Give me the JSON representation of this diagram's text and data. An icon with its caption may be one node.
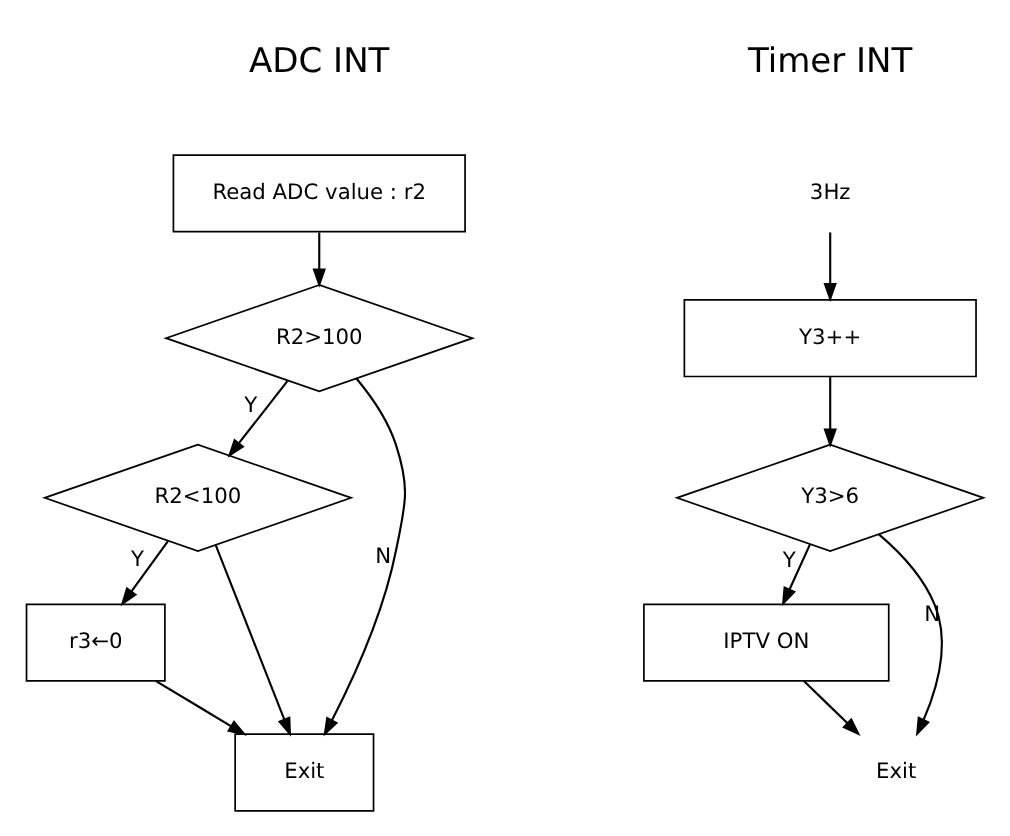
{
  "diagram": {
    "nodes": [
      {
        "text": [
          "Read ADC value : r2"
        ]
      },
      {
        "text": [
          "R2>100"
        ]
      },
      {
        "text": [
          "R2<100"
        ]
      },
      {
        "text": [
          "r3←0"
        ]
      },
      {
        "text": [
          "Exit"
        ]
      },
      {
        "text": [
          "3Hz"
        ]
      },
      {
        "text": [
          "Y3++"
        ]
      },
      {
        "text": [
          "Y3>6"
        ]
      },
      {
        "text": [
          "IPTV ON"
        ]
      },
      {
        "text": [
          "Exit"
        ]
      }
    ],
    "edges": [
      {
        "from": 0,
        "to": 1,
        "arrow": "to"
      },
      {
        "from": 1,
        "to": 2,
        "arrow": "to",
        "label": "Y"
      },
      {
        "from": 1,
        "to": 4,
        "arrow": "to",
        "label": "N"
      },
      {
        "from": 2,
        "to": 4,
        "arrow": "to"
      },
      {
        "from": 2,
        "to": 3,
        "arrow": "to",
        "label": "Y"
      },
      {
        "from": 3,
        "to": 4,
        "arrow": "to"
      },
      {
        "from": 5,
        "to": 6,
        "arrow": "to"
      },
      {
        "from": 6,
        "to": 7,
        "arrow": "to"
      },
      {
        "from": 7,
        "to": 8,
        "arrow": "to",
        "label": "Y"
      },
      {
        "from": 7,
        "to": 9,
        "arrow": "to",
        "label": "N"
      },
      {
        "from": 8,
        "to": 9,
        "arrow": "to"
      }
    ],
    "labels": [
      "ADC INT",
      "Timer INT"
    ]
  }
}
